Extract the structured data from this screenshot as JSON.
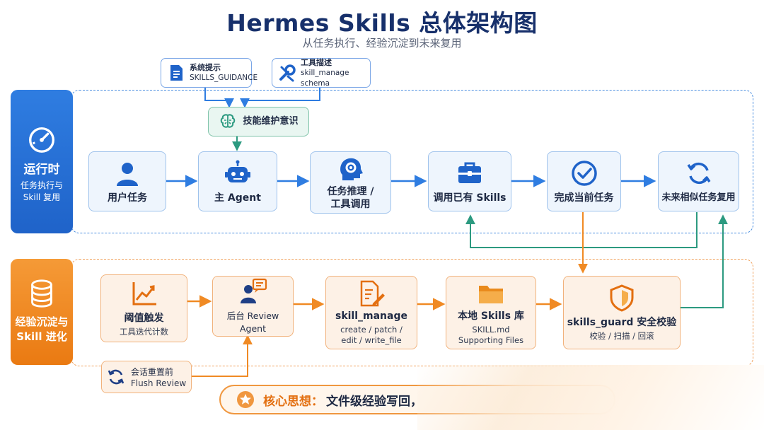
{
  "header": {
    "title": "Hermes Skills 总体架构图",
    "subtitle": "从任务执行、经验沉淀到未来复用"
  },
  "colors": {
    "run_blue": "#2f7de1",
    "exp_orange": "#f08a24",
    "teal": "#2c9a80",
    "navy": "#17306b"
  },
  "sections": {
    "runtime": {
      "title": "运行时",
      "sub1": "任务执行与",
      "sub2": "Skill 复用",
      "icon": "gauge-icon"
    },
    "experience": {
      "title": "经验沉淀与",
      "title2": "Skill 进化",
      "icon": "database-icon"
    }
  },
  "inputs": {
    "system_prompt": {
      "title": "系统提示",
      "sub": "SKILLS_GUIDANCE",
      "icon": "document-icon"
    },
    "tool_desc": {
      "title": "工具描述",
      "sub": "skill_manage schema",
      "icon": "wrench-icon"
    },
    "awareness": {
      "label": "技能维护意识",
      "icon": "brain-icon"
    }
  },
  "runtime_nodes": {
    "user_task": {
      "label": "用户任务",
      "icon": "user-icon"
    },
    "main_agent": {
      "label": "主 Agent",
      "icon": "robot-icon"
    },
    "reasoning": {
      "line1": "任务推理 /",
      "line2": "工具调用",
      "icon": "head-gear-icon"
    },
    "use_skills": {
      "label": "调用已有 Skills",
      "icon": "toolbox-icon"
    },
    "complete": {
      "label": "完成当前任务",
      "icon": "check-circle-icon"
    },
    "reuse": {
      "label": "未来相似任务复用",
      "icon": "refresh-icon"
    }
  },
  "experience_nodes": {
    "threshold": {
      "label": "阈值触发",
      "sub": "工具迭代计数",
      "icon": "chart-icon"
    },
    "review_agent": {
      "label": "后台 Review Agent",
      "icon": "reviewer-icon"
    },
    "skill_manage": {
      "label": "skill_manage",
      "sub1": "create / patch /",
      "sub2": "edit / write_file",
      "icon": "edit-doc-icon"
    },
    "skill_lib": {
      "label": "本地 Skills 库",
      "sub1": "SKILL.md",
      "sub2": "Supporting Files",
      "icon": "folder-icon"
    },
    "guard": {
      "label": "skills_guard 安全校验",
      "sub": "校验 / 扫描 / 回滚",
      "icon": "shield-icon"
    },
    "flush": {
      "label": "会话重置前",
      "sub": "Flush Review",
      "icon": "cycle-icon"
    }
  },
  "core": {
    "label": "核心思想：",
    "text": "文件级经验写回，",
    "icon": "star-icon"
  }
}
